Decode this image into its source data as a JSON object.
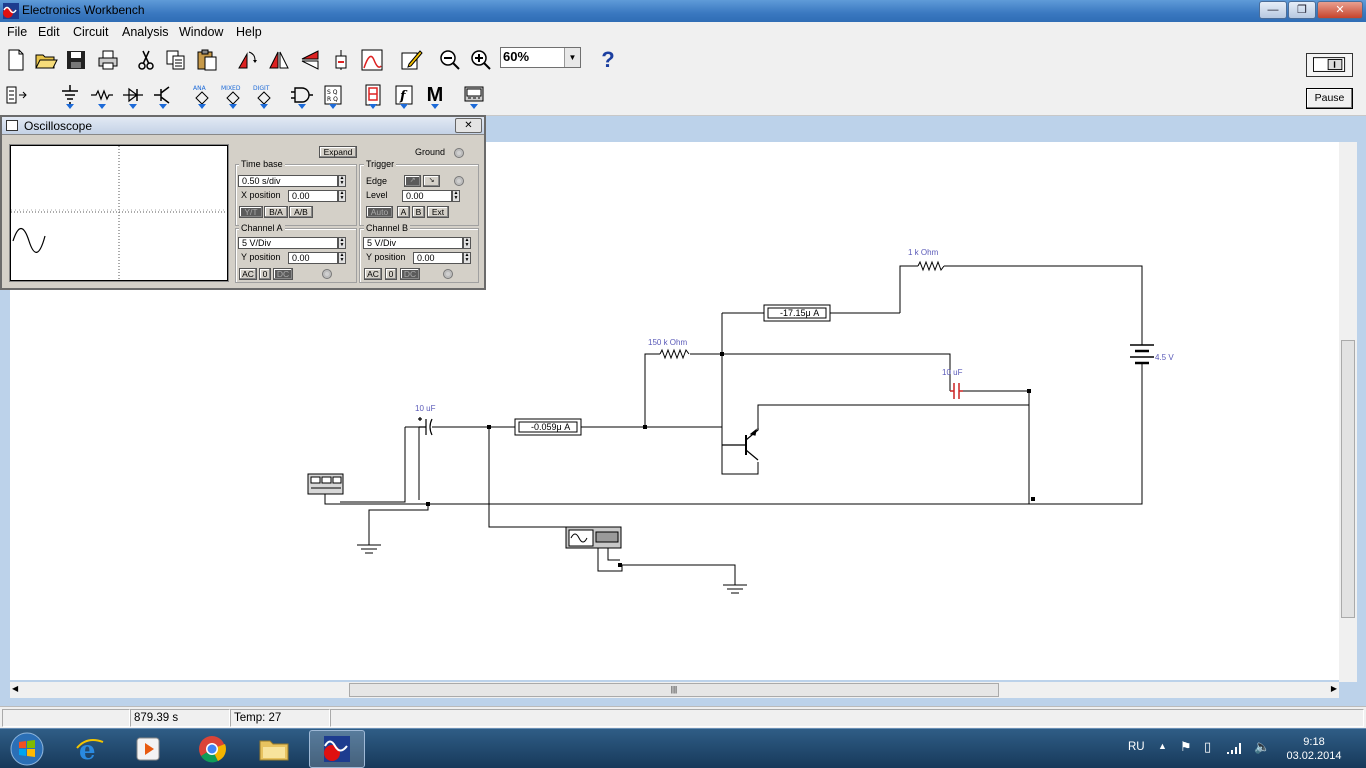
{
  "window": {
    "title": "Electronics Workbench",
    "minimize_glyph": "—",
    "maximize_glyph": "❐",
    "close_glyph": "✕"
  },
  "menu": {
    "items": [
      "File",
      "Edit",
      "Circuit",
      "Analysis",
      "Window",
      "Help"
    ]
  },
  "toolbar": {
    "zoom_value": "60%",
    "help_label": "?",
    "pause_label": "Pause",
    "bin_labels": {
      "analog_ic": "ANA",
      "mixed_ic": "MIXED",
      "digital_ic": "DIGIT",
      "misc": "M"
    }
  },
  "oscilloscope": {
    "title": "Oscilloscope",
    "close_glyph": "✕",
    "expand_label": "Expand",
    "ground_label": "Ground",
    "time_base": {
      "label": "Time base",
      "value": "0.50 s/div",
      "x_position_label": "X position",
      "x_position": "0.00",
      "modes": [
        "Y/T",
        "B/A",
        "A/B"
      ]
    },
    "trigger": {
      "label": "Trigger",
      "edge_label": "Edge",
      "level_label": "Level",
      "level": "0.00",
      "modes": [
        "Auto",
        "A",
        "B",
        "Ext"
      ]
    },
    "channel_a": {
      "label": "Channel A",
      "value": "5  V/Div",
      "y_position_label": "Y position",
      "y_position": "0.00",
      "coupling": [
        "AC",
        "0",
        "DC"
      ]
    },
    "channel_b": {
      "label": "Channel B",
      "value": "5  V/Div",
      "y_position_label": "Y position",
      "y_position": "0.00",
      "coupling": [
        "AC",
        "0",
        "DC"
      ]
    }
  },
  "circuit": {
    "resistor_1k": "1 k Ohm",
    "resistor_150k": "150 k Ohm",
    "capacitor_out": "10 uF",
    "capacitor_in": "10 uF",
    "battery": "4.5 V",
    "ammeter_collector": "-17.15μ  A",
    "ammeter_base": "-0.059μ  A"
  },
  "status": {
    "time": "879.39 s",
    "temp": "Temp:  27"
  },
  "taskbar": {
    "language": "RU",
    "time": "9:18",
    "date": "03.02.2014"
  },
  "colors": {
    "wire": "#000000",
    "label": "#5a5ab8",
    "capacitor_out": "#cc2222",
    "workspace_bg": "#bcd2ea"
  }
}
